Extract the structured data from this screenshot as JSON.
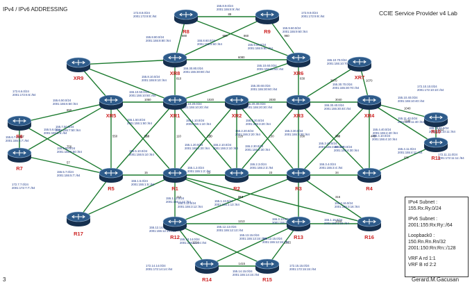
{
  "title": "IPv4 / IPv6 ADDRESSING",
  "lab_title": "CCIE Service Provider v4 Lab",
  "page_number": "3",
  "author": "Gerard.M.Gacusan",
  "colors": {
    "router": "#1f3a5f",
    "link_line": "#1b7a2e",
    "router_label": "#cc2222",
    "address_text": "#1f3a8a"
  },
  "legend": {
    "ipv4_heading": "IPv4 Subnet :",
    "ipv4_value": "155.Rx.Ry.0/24",
    "ipv6_heading": "IPv6 Subnet :",
    "ipv6_value": "2001:155:Rx:Ry::/64",
    "loopback_heading": "Loopback0 :",
    "loopback_v4": "150.Rn.Rn.Rn/32",
    "loopback_v6": "2001:150:Rn:Rn::/128",
    "vrf_a": "VRF A rd 1:1",
    "vrf_b": "VRF B rd 2:2"
  },
  "routers": [
    {
      "id": "R8",
      "label": "R8"
    },
    {
      "id": "R9",
      "label": "R9"
    },
    {
      "id": "XR8",
      "label": "XR8"
    },
    {
      "id": "XR6",
      "label": "XR6"
    },
    {
      "id": "XR7",
      "label": "XR7"
    },
    {
      "id": "XR9",
      "label": "XR9"
    },
    {
      "id": "R6",
      "label": "R6"
    },
    {
      "id": "R7",
      "label": "R7"
    },
    {
      "id": "XR5",
      "label": "XR5"
    },
    {
      "id": "XR1",
      "label": "XR1"
    },
    {
      "id": "XR2",
      "label": "XR2"
    },
    {
      "id": "XR3",
      "label": "XR3"
    },
    {
      "id": "XR4",
      "label": "XR4"
    },
    {
      "id": "R10",
      "label": "R10"
    },
    {
      "id": "R11",
      "label": "R11"
    },
    {
      "id": "R5",
      "label": "R5"
    },
    {
      "id": "R1",
      "label": "R1"
    },
    {
      "id": "R2",
      "label": "R2"
    },
    {
      "id": "R3",
      "label": "R3"
    },
    {
      "id": "R4",
      "label": "R4"
    },
    {
      "id": "R17",
      "label": "R17"
    },
    {
      "id": "R12",
      "label": "R12"
    },
    {
      "id": "R13",
      "label": "R13"
    },
    {
      "id": "R16",
      "label": "R16"
    },
    {
      "id": "R14",
      "label": "R14"
    },
    {
      "id": "R15",
      "label": "R15"
    }
  ],
  "links": [
    {
      "a": "R8",
      "b": "R9",
      "label": "89"
    },
    {
      "a": "R8",
      "b": "XR8",
      "label": "880"
    },
    {
      "a": "R8",
      "b": "XR6",
      "label": "860"
    },
    {
      "a": "R9",
      "b": "XR8",
      "label": "980"
    },
    {
      "a": "R9",
      "b": "XR6",
      "label": "960"
    },
    {
      "a": "XR8",
      "b": "XR6",
      "label": "6080"
    },
    {
      "a": "XR8",
      "b": "XR9",
      "label": ""
    },
    {
      "a": "XR8",
      "b": "XR1",
      "label": "810"
    },
    {
      "a": "XR6",
      "b": "XR3",
      "label": "630"
    },
    {
      "a": "XR6",
      "b": "XR1",
      "label": ""
    },
    {
      "a": "XR7",
      "b": "XR3",
      "label": "3070"
    },
    {
      "a": "XR7",
      "b": "XR4",
      "label": "1070"
    },
    {
      "a": "XR9",
      "b": "XR1",
      "label": ""
    },
    {
      "a": "XR9",
      "b": "XR5",
      "label": ""
    },
    {
      "a": "R6",
      "b": "XR5",
      "label": "650"
    },
    {
      "a": "R6",
      "b": "R7",
      "label": "67"
    },
    {
      "a": "R6",
      "b": "R5",
      "label": "756"
    },
    {
      "a": "R7",
      "b": "XR5",
      "label": ""
    },
    {
      "a": "R7",
      "b": "R5",
      "label": "57"
    },
    {
      "a": "XR5",
      "b": "XR1",
      "label": "1050"
    },
    {
      "a": "XR5",
      "b": "R5",
      "label": "550"
    },
    {
      "a": "XR5",
      "b": "R1",
      "label": "150"
    },
    {
      "a": "XR1",
      "b": "XR2",
      "label": "1020"
    },
    {
      "a": "XR1",
      "b": "R1",
      "label": "110"
    },
    {
      "a": "XR1",
      "b": "R2",
      "label": "120"
    },
    {
      "a": "XR1",
      "b": "R5",
      "label": "510"
    },
    {
      "a": "XR2",
      "b": "XR3",
      "label": "2030"
    },
    {
      "a": "XR2",
      "b": "R1",
      "label": "210"
    },
    {
      "a": "XR2",
      "b": "R2",
      "label": "220"
    },
    {
      "a": "XR2",
      "b": "R3",
      "label": "230"
    },
    {
      "a": "XR3",
      "b": "XR4",
      "label": "3040"
    },
    {
      "a": "XR3",
      "b": "R3",
      "label": "330"
    },
    {
      "a": "XR3",
      "b": "R4",
      "label": "340"
    },
    {
      "a": "XR3",
      "b": "R2",
      "label": ""
    },
    {
      "a": "XR4",
      "b": "R4",
      "label": "440"
    },
    {
      "a": "XR4",
      "b": "R10",
      "label": "1040"
    },
    {
      "a": "XR4",
      "b": "R11",
      "label": "1140"
    },
    {
      "a": "XR4",
      "b": "R3",
      "label": "430"
    },
    {
      "a": "R10",
      "b": "R11",
      "label": "1011"
    },
    {
      "a": "R11",
      "b": "R4",
      "label": "411"
    },
    {
      "a": "R5",
      "b": "R1",
      "label": "15"
    },
    {
      "a": "R1",
      "b": "R2",
      "label": "12"
    },
    {
      "a": "R1",
      "b": "R3",
      "label": "13"
    },
    {
      "a": "R1",
      "b": "R12",
      "label": "112"
    },
    {
      "a": "R1",
      "b": "R13",
      "label": "113"
    },
    {
      "a": "R1",
      "b": "R16",
      "label": ""
    },
    {
      "a": "R1",
      "b": "R17",
      "label": ""
    },
    {
      "a": "R2",
      "b": "R3",
      "label": "23"
    },
    {
      "a": "R3",
      "b": "R4",
      "label": "34"
    },
    {
      "a": "R3",
      "b": "R12",
      "label": "313"
    },
    {
      "a": "R3",
      "b": "R13",
      "label": ""
    },
    {
      "a": "R3",
      "b": "R16",
      "label": "316"
    },
    {
      "a": "R12",
      "b": "R13",
      "label": "1213"
    },
    {
      "a": "R12",
      "b": "R14",
      "label": "1214"
    },
    {
      "a": "R12",
      "b": "R15",
      "label": ""
    },
    {
      "a": "R13",
      "b": "R14",
      "label": ""
    },
    {
      "a": "R13",
      "b": "R15",
      "label": "1315"
    },
    {
      "a": "R14",
      "b": "R15",
      "label": "1415"
    },
    {
      "a": "R17",
      "b": "R5",
      "label": ""
    },
    {
      "a": "R16",
      "b": "R13",
      "label": "1316"
    }
  ],
  "address_labels": [
    {
      "lines": [
        "155.8.9.0/24",
        "2001:155:8:9::/64"
      ]
    },
    {
      "lines": [
        "172.8.8.0/24",
        "2001:172:8:8::/64"
      ]
    },
    {
      "lines": [
        "172.9.9.0/24",
        "2001:172:9:9::/64"
      ]
    },
    {
      "lines": [
        "155.8.80.0/24",
        "2001:155:8:80::/64"
      ]
    },
    {
      "lines": [
        "155.9.60.0/24",
        "2001:155:9:60::/64"
      ]
    },
    {
      "lines": [
        "155.8.60.0/24",
        "2001:155:8:60::/64"
      ]
    },
    {
      "lines": [
        "155.9.80.0/24",
        "2001:155:9:80::/64"
      ]
    },
    {
      "lines": [
        "155.30.80.0/24",
        "2001:155:30:80::/64"
      ]
    },
    {
      "lines": [
        "155.10.60.0/24",
        "2001:155:10:60::/64"
      ]
    },
    {
      "lines": [
        "155.10.70.0/24",
        "2001:155:10:70::/64"
      ]
    },
    {
      "lines": [
        "155.8.10.0/24",
        "2001:155:8:10::/64"
      ]
    },
    {
      "lines": [
        "155.30.60.0/24",
        "2001:155:30:60::/64"
      ]
    },
    {
      "lines": [
        "155.30.70.0/24",
        "2001:155:30:70::/64"
      ]
    },
    {
      "lines": [
        "172.6.6.0/24",
        "2001:172:6:6::/64"
      ]
    },
    {
      "lines": [
        "155.6.50.0/24",
        "2001:155:6:50::/64"
      ]
    },
    {
      "lines": [
        "155.10.50.0/24",
        "2001:155:10:50::/64"
      ]
    },
    {
      "lines": [
        "155.10.20.0/24",
        "2001:155:10:20::/64"
      ]
    },
    {
      "lines": [
        "155.20.30.0/24",
        "2001:155:20:30::/64"
      ]
    },
    {
      "lines": [
        "155.30.40.0/24",
        "2001:155:30:40::/64"
      ]
    },
    {
      "lines": [
        "155.10.40.0/24",
        "2001:155:10:40::/64"
      ]
    },
    {
      "lines": [
        "172.10.10.0/24",
        "2001:172:10:10::/64"
      ]
    },
    {
      "lines": [
        "155.7.50.0/24",
        "2001:155:7:50::/64"
      ]
    },
    {
      "lines": [
        "155.1.50.0/24",
        "2001:155:1:50::/64"
      ]
    },
    {
      "lines": [
        "155.6.7.0/24",
        "2001:155:6:7::/64"
      ]
    },
    {
      "lines": [
        "155.5.6.0/24",
        "2001:155:5:6::/64"
      ]
    },
    {
      "lines": [
        "155.1.10.0/24",
        "2001:155:1:10::/64"
      ]
    },
    {
      "lines": [
        "155.1.20.0/24",
        "2001:155:1:20::/64"
      ]
    },
    {
      "lines": [
        "155.2.20.0/24",
        "2001:155:2:20::/64"
      ]
    },
    {
      "lines": [
        "155.3.30.0/24",
        "2001:155:3:30::/64"
      ]
    },
    {
      "lines": [
        "155.3.40.0/24",
        "2001:155:3:40::/64"
      ]
    },
    {
      "lines": [
        "155.4.40.0/24",
        "2001:155:4:40::/64"
      ]
    },
    {
      "lines": [
        "155.11.40.0/24",
        "2001:155:11:40::/64"
      ]
    },
    {
      "lines": [
        "155.10.11.0/24",
        "2001:155:10:11::/64"
      ]
    },
    {
      "lines": [
        "155.5.50.0/24",
        "2001:155:5:50::/64"
      ]
    },
    {
      "lines": [
        "155.2.10.0/24",
        "2001:155:2:10::/64"
      ]
    },
    {
      "lines": [
        "155.3.20.0/24",
        "2001:155:3:20::/64"
      ]
    },
    {
      "lines": [
        "155.2.30.0/24",
        "2001:155:2:30::/64"
      ]
    },
    {
      "lines": [
        "155.4.30.0/24",
        "2001:155:4:30::/64"
      ]
    },
    {
      "lines": [
        "155.4.10.0/24",
        "2001:155:4:10::/64"
      ]
    },
    {
      "lines": [
        "155.4.11.0/24",
        "2001:155:4:11::/64"
      ]
    },
    {
      "lines": [
        "155.5.10.0/24",
        "2001:155:5:10::/64"
      ]
    },
    {
      "lines": [
        "155.5.7.0/24",
        "2001:155:5:7::/64"
      ]
    },
    {
      "lines": [
        "155.1.2.0/24",
        "2001:155:1:2::/64"
      ]
    },
    {
      "lines": [
        "155.2.3.0/24",
        "2001:155:2:3::/64"
      ]
    },
    {
      "lines": [
        "155.3.4.0/24",
        "2001:155:3:4::/64"
      ]
    },
    {
      "lines": [
        "172.11.11.0/24",
        "2001:172:11:11::/64"
      ]
    },
    {
      "lines": [
        "172.7.7.0/24",
        "2001:172:7:7::/64"
      ]
    },
    {
      "lines": [
        "155.1.5.0/24",
        "2001:155:1:5::/64"
      ]
    },
    {
      "lines": [
        "155.1.13.0/24",
        "2001:155:1:13::/64"
      ]
    },
    {
      "lines": [
        "155.3.12.0/24",
        "2001:155:3:12::/64"
      ]
    },
    {
      "lines": [
        "155.1.12.0/24",
        "2001:155:1:12::/64"
      ]
    },
    {
      "lines": [
        "155.3.16.0/24",
        "2001:155:3:16::/64"
      ]
    },
    {
      "lines": [
        "155.1.16.0/24",
        "2001:155:1:16::/64"
      ]
    },
    {
      "lines": [
        "155.12.13.0/24",
        "2001:155:12:13::/64"
      ]
    },
    {
      "lines": [
        "155.3.13.0/24",
        "2001:155:3:13::/64"
      ]
    },
    {
      "lines": [
        "155.12.14.0/24",
        "2001:155:12:14::/64"
      ]
    },
    {
      "lines": [
        "155.12.15.0/24",
        "2001:155:12:15::/64"
      ]
    },
    {
      "lines": [
        "155.13.14.0/24",
        "2001:155:13:14::/64"
      ]
    },
    {
      "lines": [
        "155.13.15.0/24",
        "2001:155:13:15::/64"
      ]
    },
    {
      "lines": [
        "155.14.15.0/24",
        "2001:155:14:15::/64"
      ]
    },
    {
      "lines": [
        "172.14.14.0/24",
        "2001:172:14:14::/64"
      ]
    },
    {
      "lines": [
        "172.15.15.0/24",
        "2001:172:15:15::/64"
      ]
    }
  ]
}
